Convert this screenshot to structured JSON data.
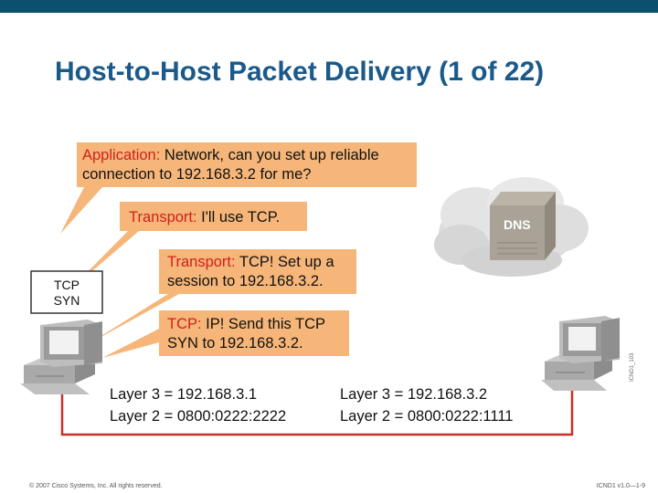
{
  "header": {
    "title": "Host-to-Host Packet Delivery (1 of 22)",
    "bar_color": "#0d4f6e",
    "title_color": "#1a5a8a"
  },
  "bubbles": [
    {
      "lines": [
        {
          "label": "Application:",
          "rest": " Network, can you set up reliable"
        },
        {
          "label": "",
          "rest": "connection to 192.168.3.2 for me?"
        }
      ]
    },
    {
      "lines": [
        {
          "label": "Transport:",
          "rest": " I'll use TCP."
        }
      ]
    },
    {
      "lines": [
        {
          "label": "Transport:",
          "rest": " TCP! Set up a"
        },
        {
          "label": "",
          "rest": "session to 192.168.3.2."
        }
      ]
    },
    {
      "lines": [
        {
          "label": "TCP:",
          "rest": " IP! Send this TCP"
        },
        {
          "label": "",
          "rest": "SYN to 192.168.3.2."
        }
      ]
    }
  ],
  "packet_box": {
    "line1": "TCP",
    "line2": "SYN"
  },
  "dns": {
    "label": "DNS",
    "cloud_icon": "cloud-icon",
    "server_icon": "server-icon"
  },
  "hosts": {
    "left": {
      "icon": "computer-icon",
      "layer3": "Layer 3 = 192.168.3.1",
      "layer2": "Layer 2 = 0800:0222:2222"
    },
    "right": {
      "icon": "computer-icon",
      "layer3": "Layer 3 = 192.168.3.2",
      "layer2": "Layer 2 = 0800:0222:1111"
    }
  },
  "link_color": "#c8302c",
  "bubble_color": "#f6b679",
  "side_code": "ICND1v1.0—1-9",
  "figure_id": "ICND1_103",
  "footer": {
    "copyright": "© 2007 Cisco Systems, Inc. All rights reserved.",
    "course": "ICND1 v1.0—1-9"
  }
}
